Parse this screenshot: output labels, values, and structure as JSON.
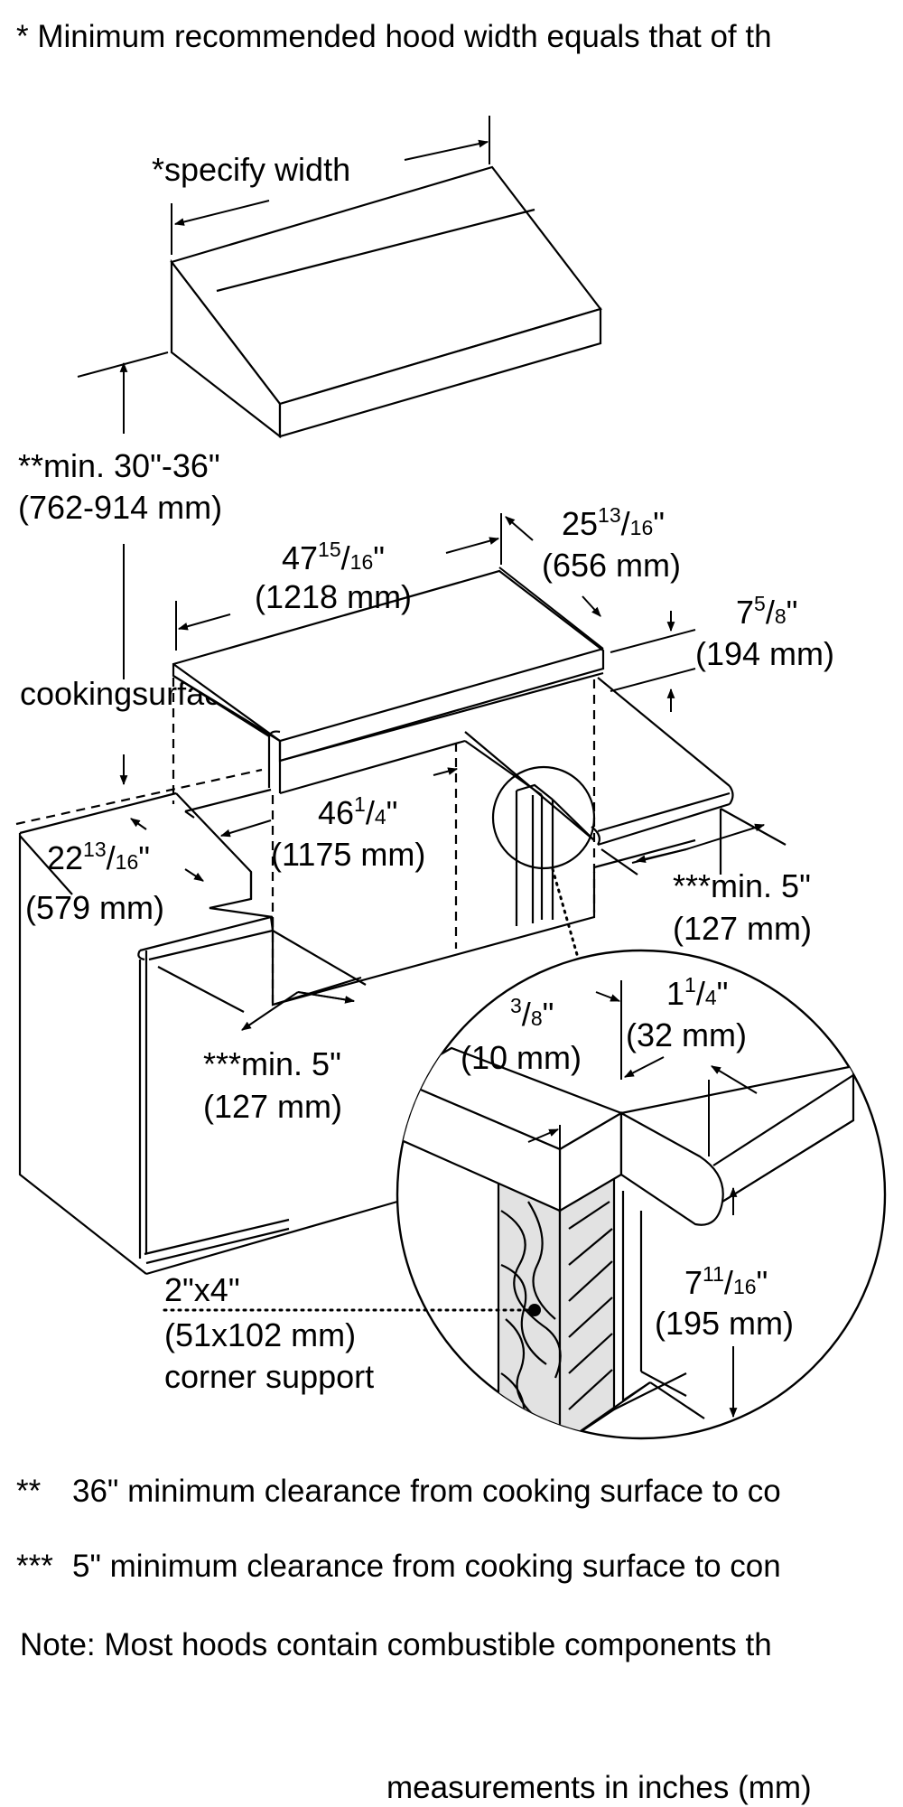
{
  "header": {
    "min_width_note": "* Minimum recommended hood width equals that of th"
  },
  "labels": {
    "specify_width": "*specify width",
    "min_height_1": "**min. 30\"-36\"",
    "min_height_2": "(762-914 mm)",
    "cooking_surface": "cookingsurface",
    "width_4715_whole": "47",
    "width_4715_num": "15",
    "width_4715_den": "16",
    "width_4715_mm": "(1218 mm)",
    "depth_2513_whole": "25",
    "depth_2513_num": "13",
    "depth_2513_den": "16",
    "depth_2513_mm": "(656 mm)",
    "height_758_whole": "7",
    "height_758_num": "5",
    "height_758_den": "8",
    "height_758_mm": "(194 mm)",
    "cutout_4614_whole": "46",
    "cutout_4614_num": "1",
    "cutout_4614_den": "4",
    "cutout_4614_mm": "(1175 mm)",
    "side_2213_whole": "22",
    "side_2213_num": "13",
    "side_2213_den": "16",
    "side_2213_mm": "(579 mm)",
    "min5_right_1": "***min. 5\"",
    "min5_right_2": "(127 mm)",
    "min5_left_1": "***min. 5\"",
    "min5_left_2": "(127 mm)",
    "detail_38_num": "3",
    "detail_38_den": "8",
    "detail_38_mm": "(10 mm)",
    "detail_114_whole": "1",
    "detail_114_num": "1",
    "detail_114_den": "4",
    "detail_114_mm": "(32 mm)",
    "detail_71116_whole": "7",
    "detail_71116_num": "11",
    "detail_71116_den": "16",
    "detail_71116_mm": "(195 mm)",
    "support_1": "2\"x4\"",
    "support_2": "(51x102 mm)",
    "support_3": "corner support"
  },
  "footnotes": {
    "double_star_mark": "**",
    "double_star_text": "36\" minimum clearance from cooking surface to co",
    "triple_star_mark": "***",
    "triple_star_text": "5\" minimum clearance from cooking surface to con",
    "note": "Note: Most hoods contain combustible components th",
    "units": "measurements in inches (mm)"
  },
  "colors": {
    "line": "#000000",
    "background": "#ffffff",
    "wood_fill": "#e2e2e2"
  }
}
